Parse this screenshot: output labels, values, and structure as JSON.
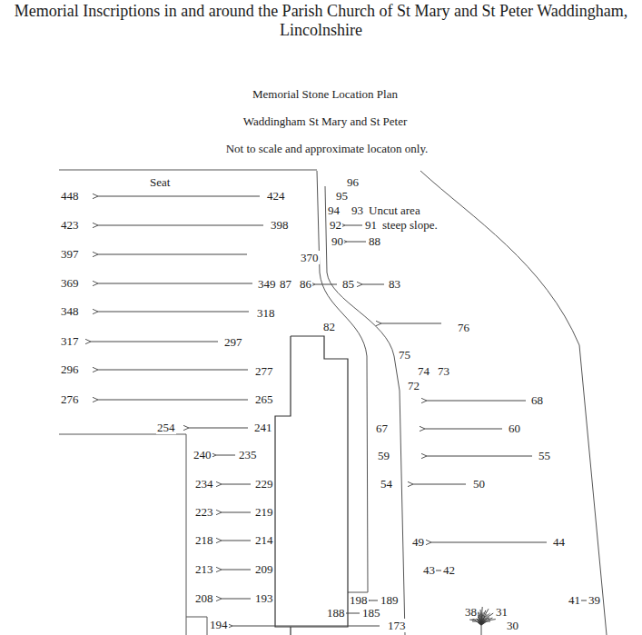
{
  "diagram": {
    "title": "Memorial Inscriptions in and around the Parish Church of St Mary and St Peter Waddingham, Lincolnshire",
    "labels": [
      "Memorial Stone Location Plan",
      "Waddingham St Mary and St Peter",
      "Not to scale and approximate locaton only.",
      "Seat",
      "96",
      "95",
      "424",
      "448",
      "94",
      "93",
      "Uncut area",
      "92",
      "91",
      "steep slope.",
      "423",
      "398",
      "90",
      "88",
      "397",
      "370",
      "369",
      "349",
      "87",
      "86",
      "85",
      "83",
      "348",
      "318",
      "82",
      "76",
      "317",
      "297",
      "75",
      "296",
      "277",
      "74",
      "73",
      "72",
      "276",
      "265",
      "68",
      "254",
      "241",
      "67",
      "60",
      "240",
      "235",
      "59",
      "55",
      "234",
      "229",
      "54",
      "50",
      "223",
      "219",
      "218",
      "214",
      "49",
      "44",
      "43",
      "42",
      "213",
      "209",
      "208",
      "193",
      "198",
      "189",
      "41",
      "39",
      "188",
      "185",
      "38",
      "31",
      "194",
      "173",
      "30"
    ]
  }
}
